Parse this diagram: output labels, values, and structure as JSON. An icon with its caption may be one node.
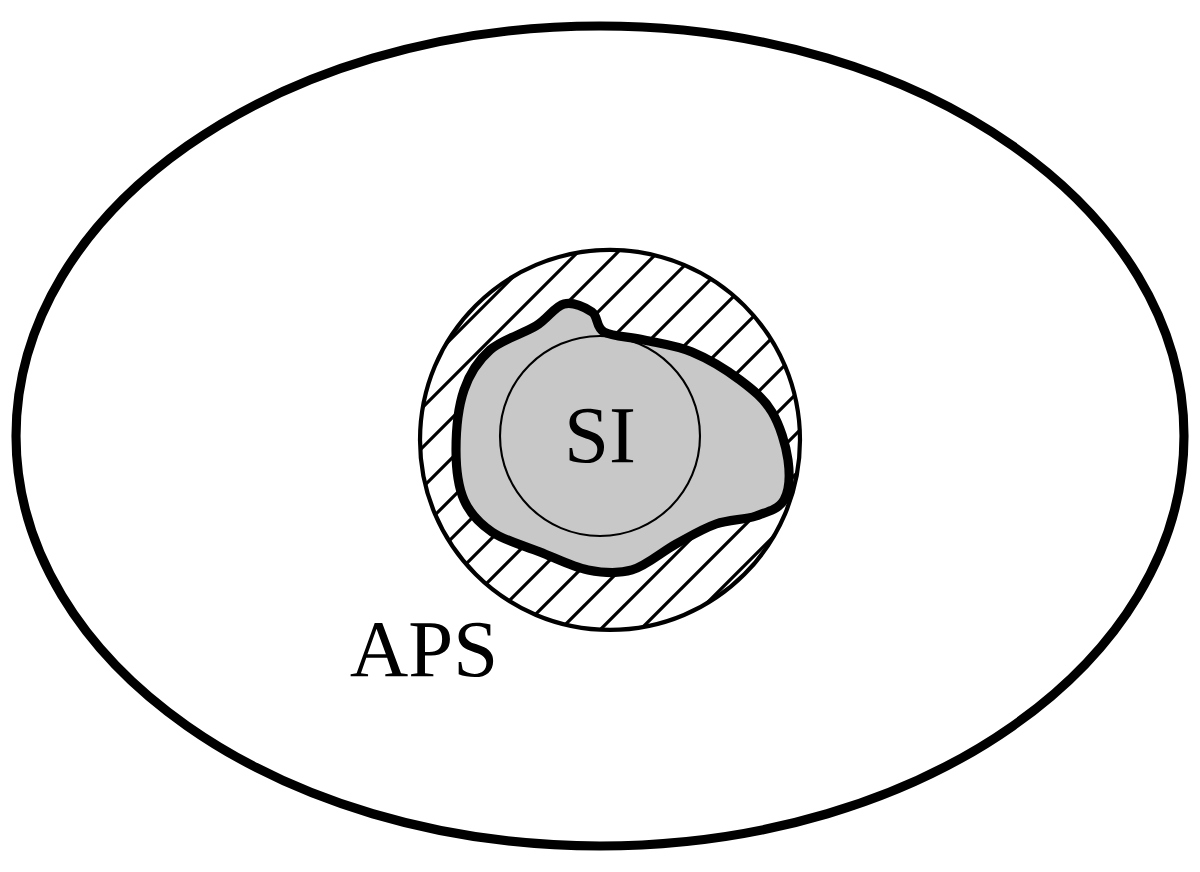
{
  "diagram": {
    "nodes": [
      {
        "text": [
          "APS"
        ]
      },
      {
        "text": [],
        "shape": "circle",
        "in": 0
      },
      {
        "text": [],
        "shape": "blob",
        "in": 1
      },
      {
        "text": [
          "SI"
        ],
        "in": 2
      }
    ]
  }
}
